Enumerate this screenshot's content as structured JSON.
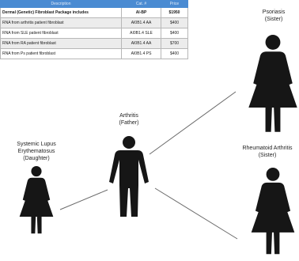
{
  "table": {
    "headers": [
      "Description",
      "Cat. #",
      "Price"
    ],
    "rows": [
      {
        "description": "Dermal (Genetic) Fibroblast Package includes",
        "cat": "AI-BP",
        "price": "$1950"
      },
      {
        "description": "RNA from arthritis patient fibroblast",
        "cat": "AI0B1.4 AA",
        "price": "$400"
      },
      {
        "description": "RNA from SLE patient fibroblast",
        "cat": "AI0B1.4 SLE",
        "price": "$400"
      },
      {
        "description": "RNA from RA patient fibroblast",
        "cat": "AI0B1.4 AA",
        "price": "$700"
      },
      {
        "description": "RNA from Ps patient fibroblast",
        "cat": "AI0B1.4 PS",
        "price": "$400"
      }
    ]
  },
  "pedigree": {
    "father": {
      "condition": "Arthritis",
      "relation": "(Father)"
    },
    "daughter": {
      "condition_line1": "Systemic Lupus",
      "condition_line2": "Erythematosus",
      "relation": "(Daughter)"
    },
    "sister_top": {
      "condition": "Psoriasis",
      "relation": "(Sister)"
    },
    "sister_bottom": {
      "condition": "Rheumatoid Arthritis",
      "relation": "(Sister)"
    }
  },
  "colors": {
    "table_header": "#4a8bd2",
    "figure": "#161616",
    "connector": "#6a6a6a"
  }
}
